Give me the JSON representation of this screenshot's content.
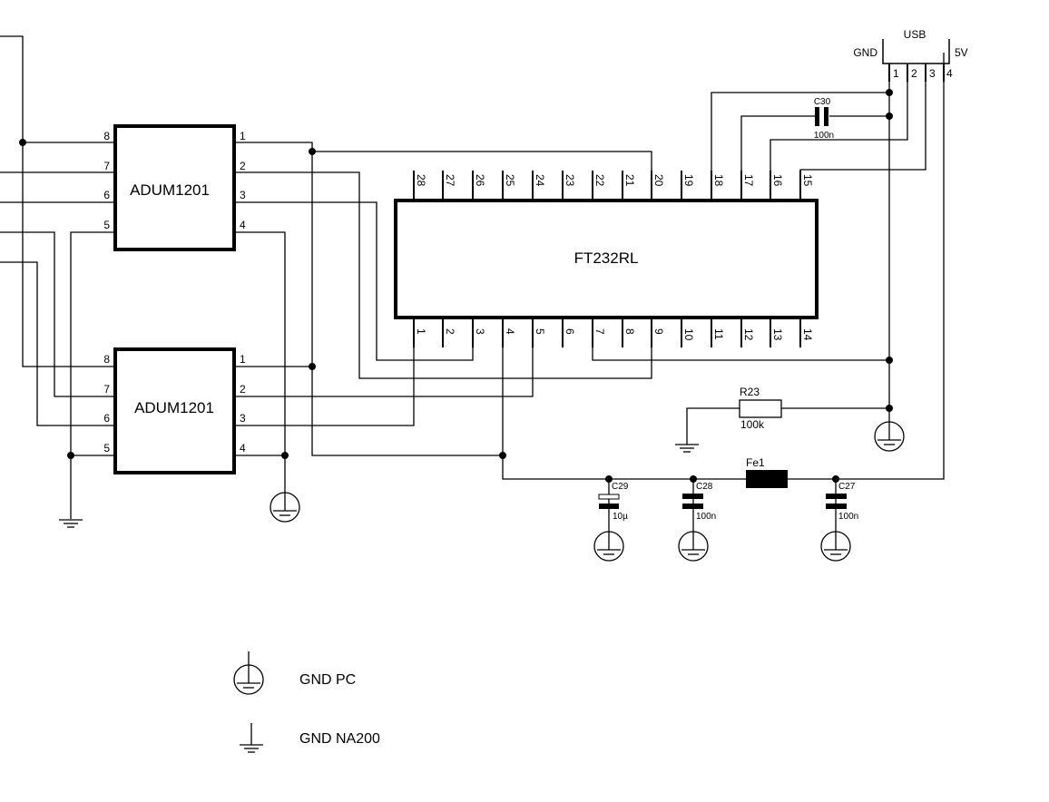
{
  "components": {
    "adum_top": {
      "label": "ADUM1201",
      "left_pins": [
        "8",
        "7",
        "6",
        "5"
      ],
      "right_pins": [
        "1",
        "2",
        "3",
        "4"
      ]
    },
    "adum_bottom": {
      "label": "ADUM1201",
      "left_pins": [
        "8",
        "7",
        "6",
        "5"
      ],
      "right_pins": [
        "1",
        "2",
        "3",
        "4"
      ]
    },
    "ft232": {
      "label": "FT232RL",
      "top_pins": [
        "28",
        "27",
        "26",
        "25",
        "24",
        "23",
        "22",
        "21",
        "20",
        "19",
        "18",
        "17",
        "16",
        "15"
      ],
      "bottom_pins": [
        "1",
        "2",
        "3",
        "4",
        "5",
        "6",
        "7",
        "8",
        "9",
        "10",
        "11",
        "12",
        "13",
        "14"
      ]
    },
    "usb": {
      "label": "USB",
      "gnd_label": "GND",
      "vcc_label": "5V",
      "pins": [
        "1",
        "2",
        "3",
        "4"
      ]
    },
    "c30": {
      "ref": "C30",
      "value": "100n"
    },
    "r23": {
      "ref": "R23",
      "value": "100k"
    },
    "fe1": {
      "ref": "Fe1"
    },
    "c29": {
      "ref": "C29",
      "value": "10µ"
    },
    "c28": {
      "ref": "C28",
      "value": "100n"
    },
    "c27": {
      "ref": "C27",
      "value": "100n"
    }
  },
  "legend": {
    "gnd_pc": "GND PC",
    "gnd_na200": "GND NA200"
  }
}
